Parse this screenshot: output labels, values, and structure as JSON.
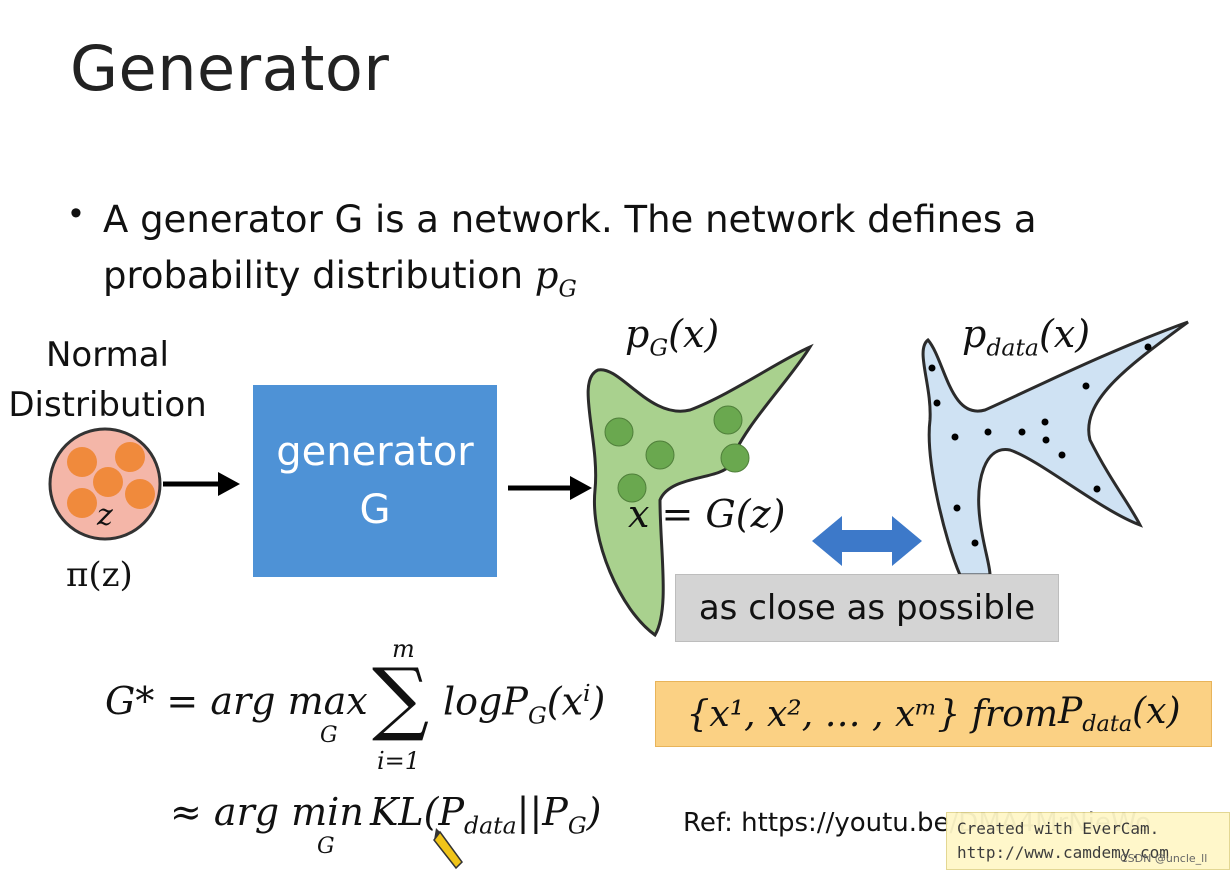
{
  "slide": {
    "title": "Generator",
    "bullet_line1": "A generator G is a network. The network defines a",
    "bullet_line2_text": "probability distribution ",
    "bullet_line2_math": "p",
    "bullet_line2_sub": "G"
  },
  "diagram": {
    "input_label_line1": "Normal",
    "input_label_line2": "Distribution",
    "input_var": "z",
    "input_density": "π(z)",
    "generator_line1": "generator",
    "generator_line2": "G",
    "pg_label": "p",
    "pg_label_sub": "G",
    "pg_label_arg": "(x)",
    "pdata_label": "p",
    "pdata_label_sub": "data",
    "pdata_label_arg": "(x)",
    "mapping": "x = G(z)",
    "close_label": "as close as possible"
  },
  "equations": {
    "eq1_lhs": "G* = arg max",
    "eq1_under": "G",
    "eq1_sum_top": "m",
    "eq1_sum_bottom": "i=1",
    "eq1_rhs": "logP",
    "eq1_rhs_sub": "G",
    "eq1_rhs_arg": "(x",
    "eq1_rhs_sup": "i",
    "eq1_rhs_close": ")",
    "eq2_lhs": "≈ arg min",
    "eq2_under": "G",
    "eq2_rhs": "KL(P",
    "eq2_rhs_sub1": "data",
    "eq2_rhs_mid": "||P",
    "eq2_rhs_sub2": "G",
    "eq2_rhs_close": ")",
    "samples_text": "{x¹, x², … , xᵐ} from ",
    "samples_math": "P",
    "samples_sub": "data",
    "samples_arg": "(x)"
  },
  "footer": {
    "ref": "Ref: https://youtu.be/DMA4MrNieWo",
    "watermark_line1": "Created with EverCam.",
    "watermark_line2": "http://www.camdemy.com",
    "credit": "CSDN @uncle_ll"
  },
  "colors": {
    "generator_box": "#4e92d6",
    "pg_shape": "#a9d18e",
    "pdata_shape": "#cfe2f3",
    "close_box": "#d4d4d4",
    "samples_box": "#fbd184",
    "double_arrow": "#3d79c9"
  }
}
